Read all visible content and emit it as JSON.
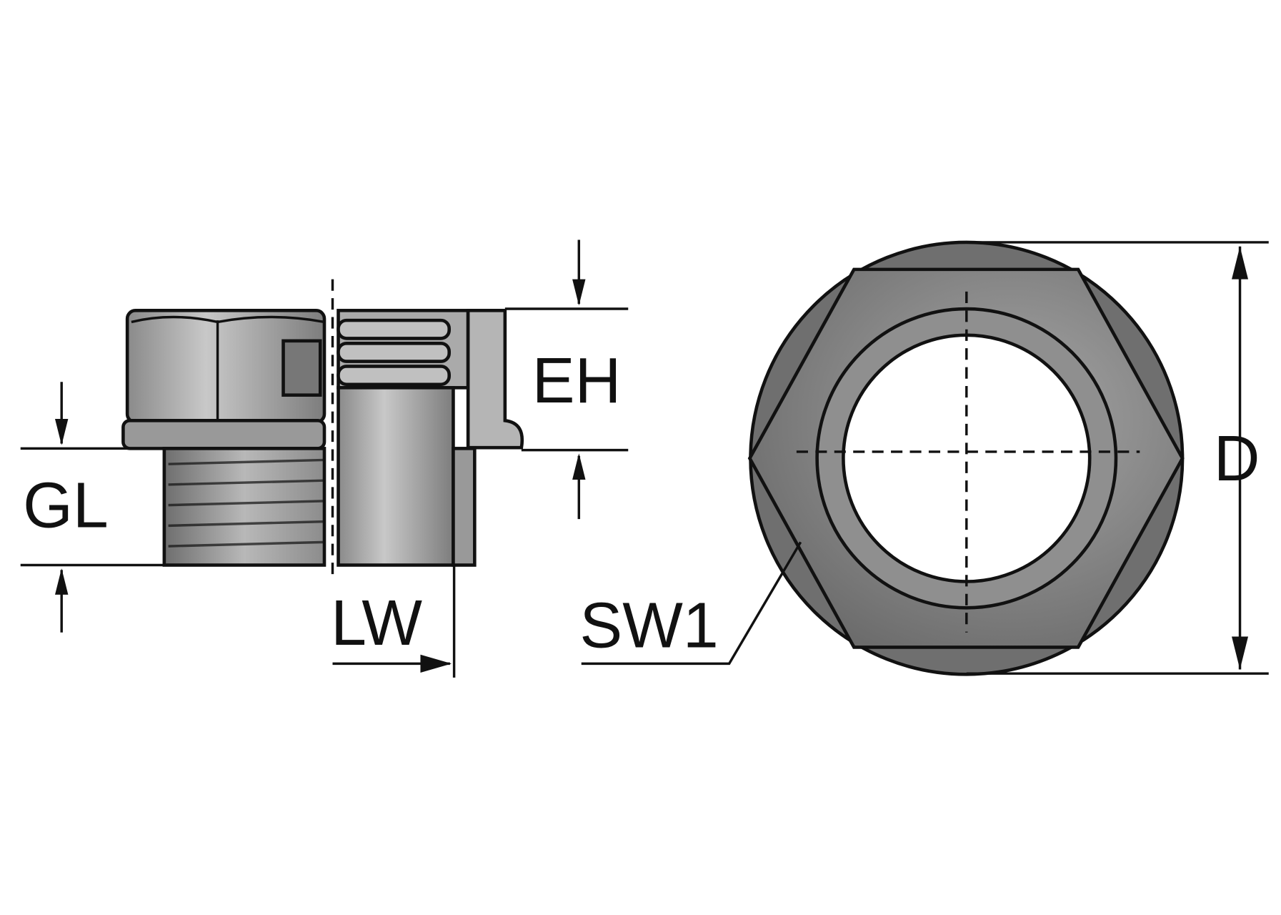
{
  "diagram": {
    "labels": {
      "eh": "EH",
      "gl": "GL",
      "lw": "LW",
      "sw1": "SW1",
      "d": "D"
    },
    "colors": {
      "metal_dark": "#7a7a7a",
      "metal_mid": "#9c9c9c",
      "metal_light": "#c4c4c4",
      "outline": "#111111"
    }
  }
}
